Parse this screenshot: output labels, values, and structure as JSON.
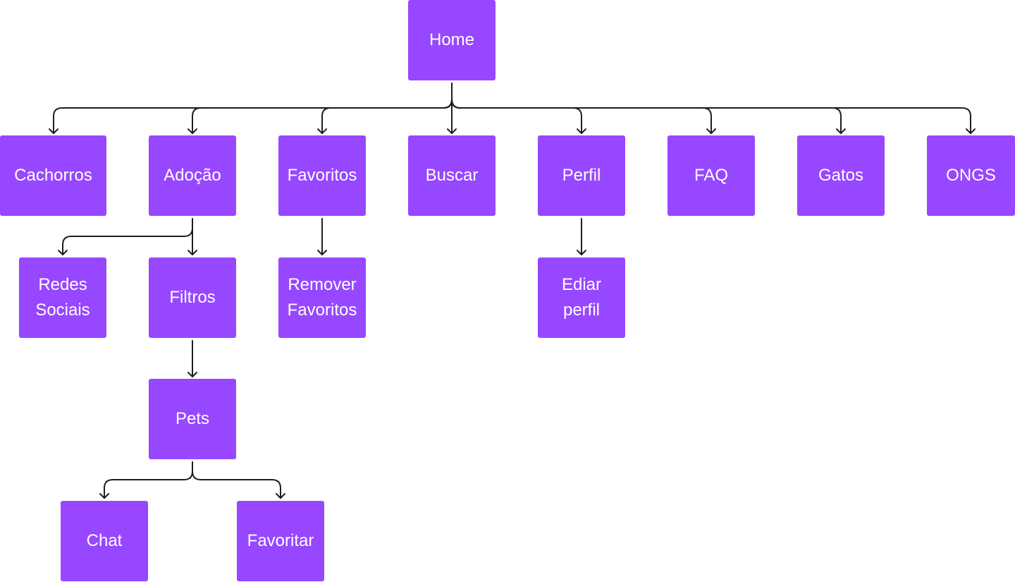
{
  "colors": {
    "node_fill": "#9747ff",
    "node_text": "#ffffff",
    "connector": "#1e1e1e",
    "background": "#ffffff"
  },
  "diagram": {
    "nodes": {
      "home": "Home",
      "cachorros": "Cachorros",
      "adocao": "Adoção",
      "favoritos": "Favoritos",
      "buscar": "Buscar",
      "perfil": "Perfil",
      "faq": "FAQ",
      "gatos": "Gatos",
      "ongs": "ONGS",
      "redes_sociais_line1": "Redes",
      "redes_sociais_line2": "Sociais",
      "filtros": "Filtros",
      "remover_favoritos_line1": "Remover",
      "remover_favoritos_line2": "Favoritos",
      "editar_perfil_line1": "Ediar",
      "editar_perfil_line2": "perfil",
      "pets": "Pets",
      "chat": "Chat",
      "favoritar": "Favoritar"
    },
    "edges": [
      [
        "home",
        "cachorros"
      ],
      [
        "home",
        "adocao"
      ],
      [
        "home",
        "favoritos"
      ],
      [
        "home",
        "buscar"
      ],
      [
        "home",
        "perfil"
      ],
      [
        "home",
        "faq"
      ],
      [
        "home",
        "gatos"
      ],
      [
        "home",
        "ongs"
      ],
      [
        "adocao",
        "redes_sociais"
      ],
      [
        "adocao",
        "filtros"
      ],
      [
        "favoritos",
        "remover_favoritos"
      ],
      [
        "perfil",
        "editar_perfil"
      ],
      [
        "filtros",
        "pets"
      ],
      [
        "pets",
        "chat"
      ],
      [
        "pets",
        "favoritar"
      ]
    ]
  }
}
